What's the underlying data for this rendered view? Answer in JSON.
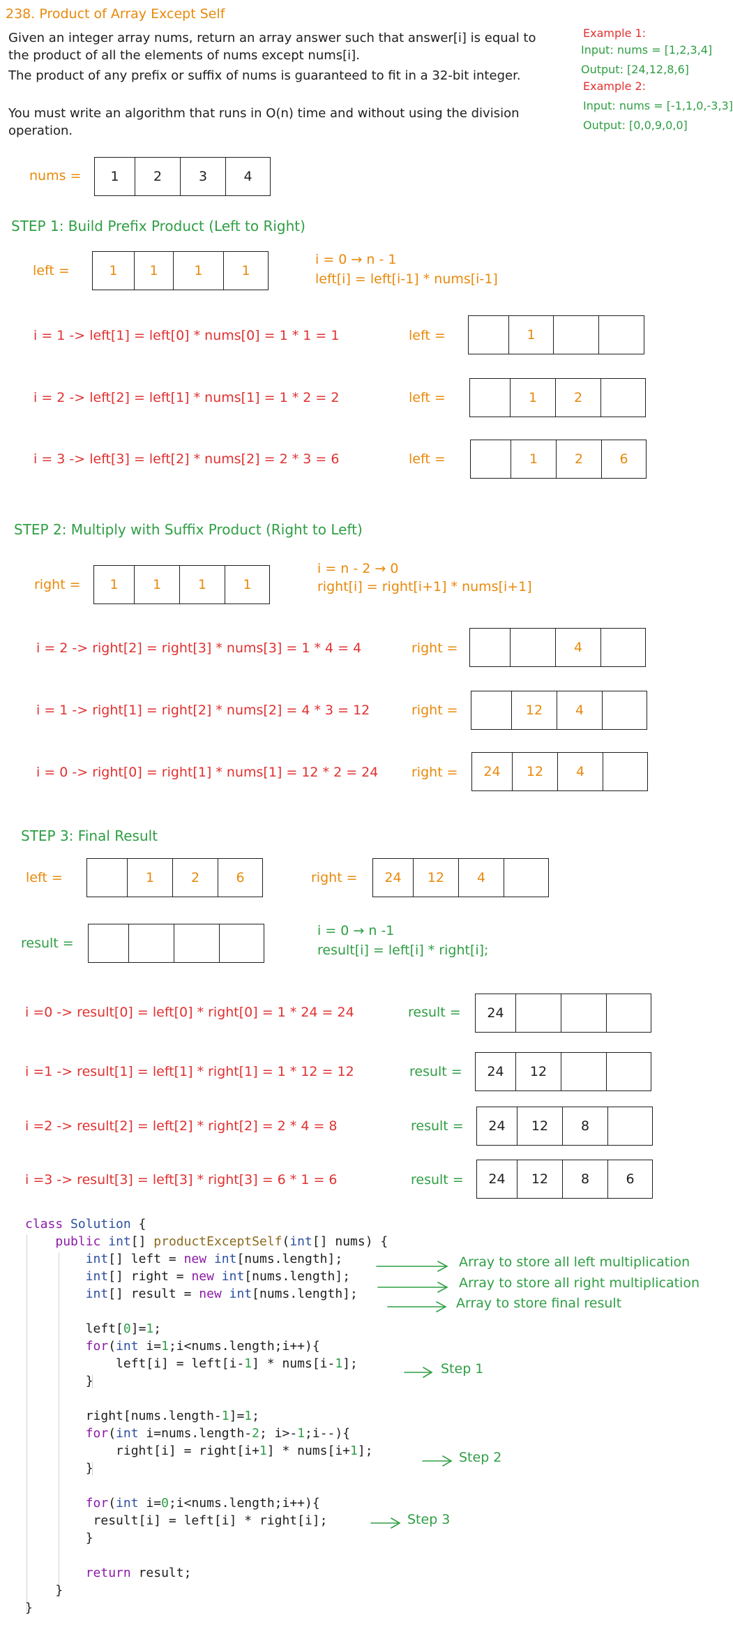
{
  "title": "238. Product of Array Except Self",
  "description": [
    "Given an integer array nums, return an array answer such that answer[i] is equal to the product of all the elements of nums except nums[i].",
    "The product of any prefix or suffix of nums is guaranteed to fit in a 32-bit integer.",
    "You must write an algorithm that runs in O(n) time and without using the division operation."
  ],
  "examples": {
    "ex1_title": "Example 1:",
    "ex1_input": "Input: nums = [1,2,3,4]",
    "ex1_output": "Output: [24,12,8,6]",
    "ex2_title": "Example 2:",
    "ex2_input": "Input: nums = [-1,1,0,-3,3]",
    "ex2_output": "Output: [0,0,9,0,0]"
  },
  "nums": {
    "label": "nums =",
    "values": [
      "1",
      "2",
      "3",
      "4"
    ]
  },
  "step1": {
    "heading": "STEP 1: Build Prefix Product (Left to Right)",
    "init_label": "left =",
    "init_values": [
      "1",
      "1",
      "1",
      "1"
    ],
    "range": "i = 0 → n - 1",
    "rule": "left[i] = left[i-1] * nums[i-1]",
    "rows": [
      {
        "text": "i = 1 -> left[1] = left[0] * nums[0] = 1 * 1 = 1",
        "label": "left =",
        "values": [
          "",
          "1",
          "",
          ""
        ]
      },
      {
        "text": "i = 2 -> left[2] = left[1] * nums[1] = 1 * 2 = 2",
        "label": "left =",
        "values": [
          "",
          "1",
          "2",
          ""
        ]
      },
      {
        "text": "i = 3 -> left[3] = left[2] * nums[2] = 2 * 3 = 6",
        "label": "left =",
        "values": [
          "",
          "1",
          "2",
          "6"
        ]
      }
    ]
  },
  "step2": {
    "heading": "STEP 2: Multiply with Suffix Product (Right to Left)",
    "init_label": "right =",
    "init_values": [
      "1",
      "1",
      "1",
      "1"
    ],
    "range": "i = n - 2 → 0",
    "rule": "right[i] = right[i+1] * nums[i+1]",
    "rows": [
      {
        "text": "i = 2 -> right[2] = right[3] * nums[3] = 1 * 4 = 4",
        "label": "right =",
        "values": [
          "",
          "",
          "4",
          ""
        ]
      },
      {
        "text": "i = 1 -> right[1] = right[2] * nums[2] = 4 * 3 = 12",
        "label": "right =",
        "values": [
          "",
          "12",
          "4",
          ""
        ]
      },
      {
        "text": "i = 0 -> right[0] = right[1] * nums[1] = 12 * 2 = 24",
        "label": "right =",
        "values": [
          "24",
          "12",
          "4",
          ""
        ]
      }
    ]
  },
  "step3": {
    "heading": "STEP 3: Final Result",
    "left_label": "left =",
    "left_values": [
      "",
      "1",
      "2",
      "6"
    ],
    "right_label": "right =",
    "right_values": [
      "24",
      "12",
      "4",
      ""
    ],
    "result_label": "result =",
    "result_values": [
      "",
      "",
      "",
      ""
    ],
    "range": "i = 0 → n -1",
    "rule": "result[i] = left[i] * right[i];",
    "rows": [
      {
        "text": "i =0 -> result[0] = left[0] * right[0] = 1 * 24 = 24",
        "label": "result =",
        "values": [
          "24",
          "",
          "",
          ""
        ]
      },
      {
        "text": "i =1 -> result[1] = left[1] * right[1] = 1 * 12 = 12",
        "label": "result =",
        "values": [
          "24",
          "12",
          "",
          ""
        ]
      },
      {
        "text": "i =2 -> result[2] = left[2] * right[2] = 2 * 4 = 8",
        "label": "result =",
        "values": [
          "24",
          "12",
          "8",
          ""
        ]
      },
      {
        "text": "i =3 -> result[3] = left[3] * right[3] = 6 * 1 = 6",
        "label": "result =",
        "values": [
          "24",
          "12",
          "8",
          "6"
        ]
      }
    ]
  },
  "code_lines": [
    "class Solution {",
    "    public int[] productExceptSelf(int[] nums) {",
    "        int[] left = new int[nums.length];",
    "        int[] right = new int[nums.length];",
    "        int[] result = new int[nums.length];",
    "",
    "        left[0]=1;",
    "        for(int i=1;i<nums.length;i++){",
    "            left[i] = left[i-1] * nums[i-1];",
    "        }",
    "",
    "        right[nums.length-1]=1;",
    "        for(int i=nums.length-2; i>-1;i--){",
    "            right[i] = right[i+1] * nums[i+1];",
    "        }",
    "",
    "        for(int i=0;i<nums.length;i++){",
    "         result[i] = left[i] * right[i];",
    "        }",
    "",
    "        return result;",
    "    }",
    "}"
  ],
  "notes": {
    "left_note": "Array to store all left multiplication",
    "right_note": "Array to store all right multiplication",
    "result_note": "Array to store final result",
    "step1_note": "Step 1",
    "step2_note": "Step 2",
    "step3_note": "Step 3"
  }
}
